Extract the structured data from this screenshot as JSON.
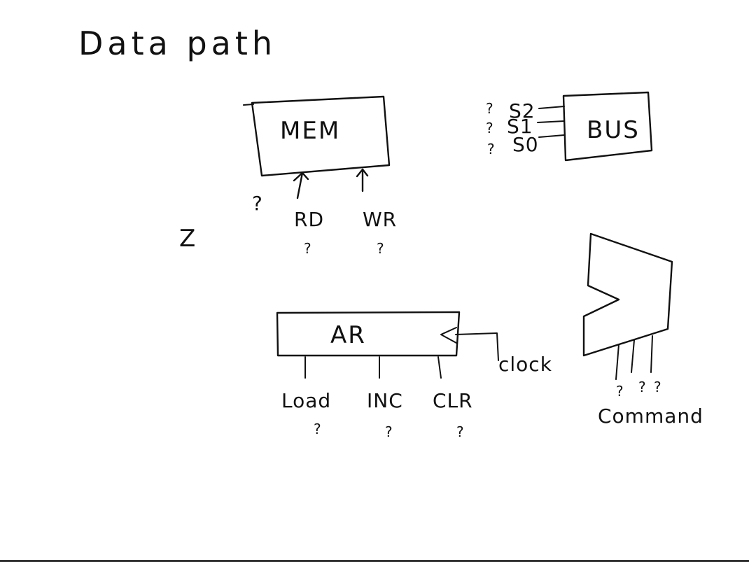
{
  "diagram": {
    "title": "Data path",
    "mem": {
      "label": "MEM",
      "signals": [
        "RD",
        "WR"
      ],
      "signal_values": [
        "?",
        "?"
      ],
      "extra_q": "?"
    },
    "bus": {
      "label": "BUS",
      "selects": [
        "S2",
        "S1",
        "S0"
      ],
      "select_values": [
        "?",
        "?",
        "?"
      ]
    },
    "z_label": "Z",
    "ar": {
      "label": "AR",
      "clock_label": "clock",
      "controls": [
        "Load",
        "INC",
        "CLR"
      ],
      "control_values": [
        "?",
        "?",
        "?"
      ]
    },
    "alu": {
      "command_label": "Command",
      "command_values": [
        "?",
        "?",
        "?"
      ]
    }
  }
}
